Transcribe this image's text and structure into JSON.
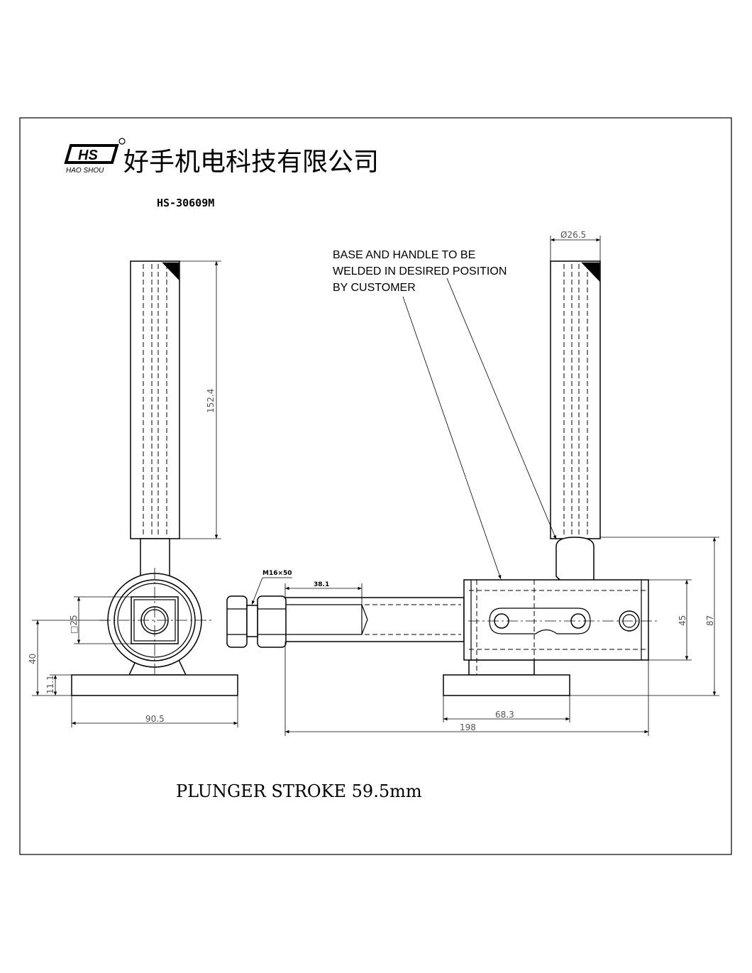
{
  "company": {
    "logo_mark": "HS",
    "logo_subtitle": "HAO SHOU",
    "name": "好手机电科技有限公司"
  },
  "model": "HS-30609M",
  "note": {
    "line1": "BASE AND HANDLE TO BE",
    "line2": "WELDED IN DESIRED POSITION",
    "line3": "BY CUSTOMER"
  },
  "dimensions": {
    "handle_diameter": "Ø26.5",
    "handle_length": "152.4",
    "square_size": "□25",
    "center_height": "40",
    "base_thickness": "11.1",
    "base_width": "90.5",
    "thread": "M16×50",
    "thread_length": "38.1",
    "body_height": "45",
    "overall_height": "87",
    "base_length": "68.3",
    "overall_length": "198"
  },
  "footer": {
    "plunger_stroke": "PLUNGER STROKE 59.5mm"
  }
}
